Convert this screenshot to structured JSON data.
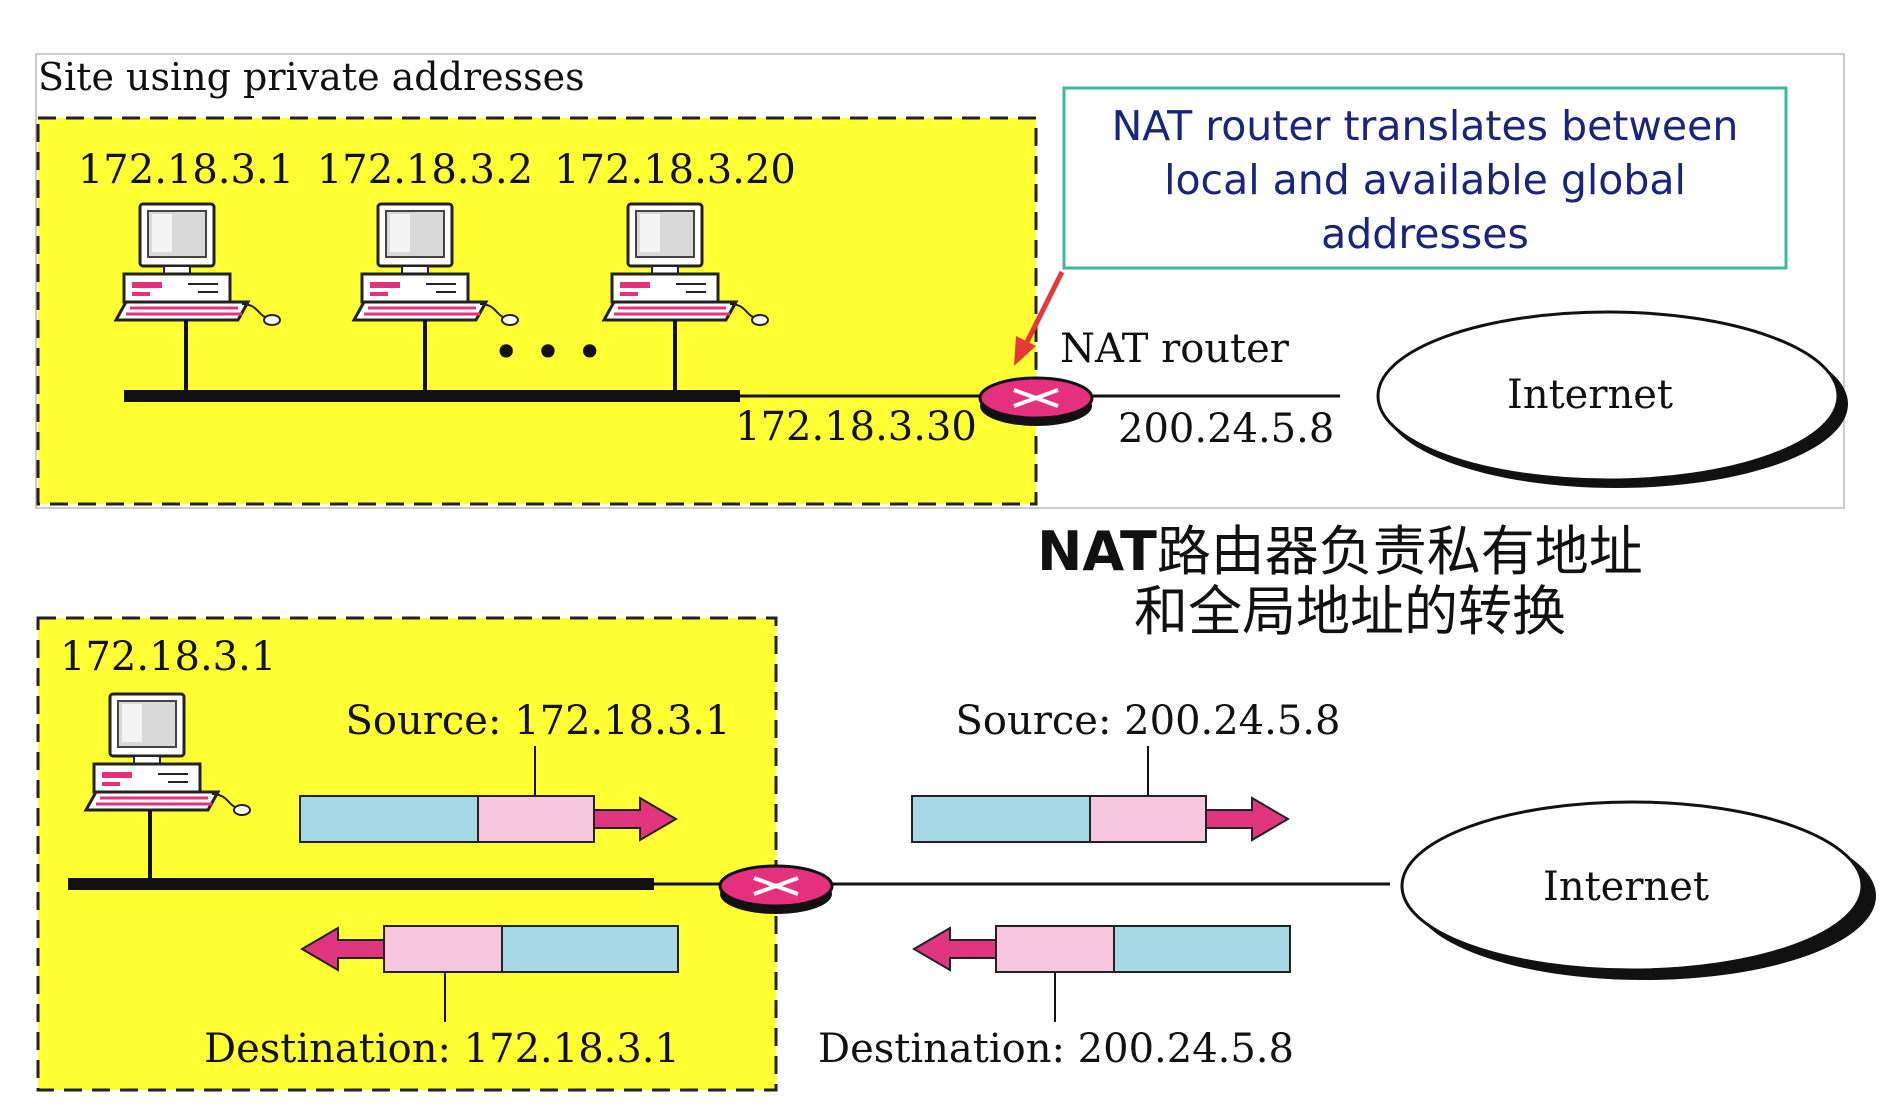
{
  "top": {
    "site_label": "Site using private addresses",
    "hosts": [
      {
        "ip": "172.18.3.1"
      },
      {
        "ip": "172.18.3.2"
      },
      {
        "ip": "172.18.3.20"
      }
    ],
    "ellipsis": "• • •",
    "router_inside_ip": "172.18.3.30",
    "router_label": "NAT router",
    "router_outside_ip": "200.24.5.8",
    "internet_label": "Internet"
  },
  "note": {
    "lines": [
      "NAT router translates between",
      "local and available global",
      "addresses"
    ]
  },
  "caption": {
    "line1_latin": "NAT",
    "line1_cjk": "路由器负责私有地址",
    "line2": "和全局地址的转换"
  },
  "bottom": {
    "host_ip": "172.18.3.1",
    "inside_source": "Source: 172.18.3.1",
    "inside_destination": "Destination: 172.18.3.1",
    "outside_source": "Source: 200.24.5.8",
    "outside_destination": "Destination: 200.24.5.8",
    "internet_label": "Internet"
  },
  "colors": {
    "site_fill": "#ffff33",
    "router_fill": "#e4307d",
    "packet_header": "#f6c6df",
    "packet_body": "#a6d8e6",
    "arrow_fill": "#e0357f",
    "note_border": "#3cb8a0",
    "note_text": "#1a237e",
    "pointer_arrow": "#e53935"
  }
}
